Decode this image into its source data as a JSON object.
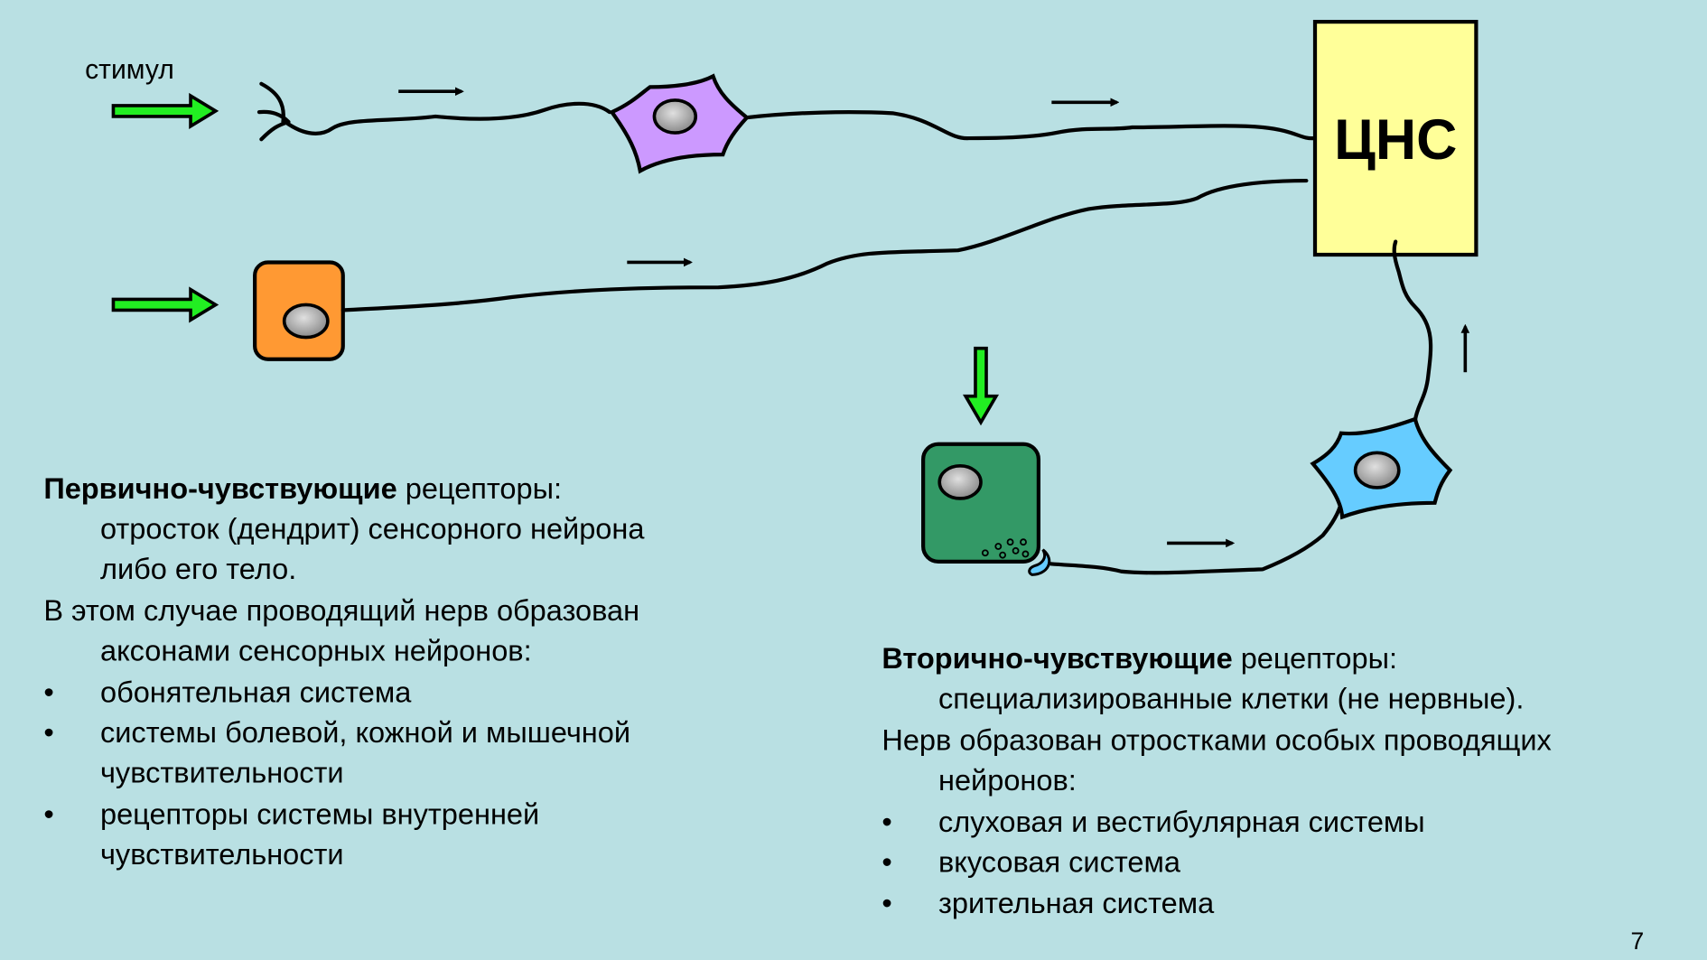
{
  "diagram": {
    "stimulus_label": "стимул",
    "cns_label": "ЦНС",
    "colors": {
      "background": "#b9e0e3",
      "stimulus_arrow": "#22ee22",
      "sensory_neuron": "#cc99ff",
      "primary_receptor_cell": "#ff9933",
      "secondary_receptor_cell": "#339966",
      "conducting_neuron": "#66ccff",
      "cns_box": "#ffff99"
    }
  },
  "primary": {
    "title_bold": "Первично-чувствующие",
    "title_rest": " рецепторы:",
    "lines": [
      "отросток (дендрит) сенсорного нейрона",
      "либо его тело.",
      "В этом случае проводящий нерв образован",
      "аксонами сенсорных нейронов:"
    ],
    "bullets": [
      [
        "обонятельная система"
      ],
      [
        "системы болевой, кожной и мышечной",
        "чувствительности"
      ],
      [
        "рецепторы системы внутренней",
        "чувствительности"
      ]
    ]
  },
  "secondary": {
    "title_bold": "Вторично-чувствующие",
    "title_rest": " рецепторы:",
    "lines": [
      "специализированные клетки (не нервные).",
      "Нерв образован отростками особых проводящих",
      "нейронов:"
    ],
    "bullets": [
      [
        "слуховая и вестибулярная системы"
      ],
      [
        "вкусовая система"
      ],
      [
        "зрительная система"
      ]
    ]
  },
  "bullet_char": "•",
  "page_number": "7"
}
